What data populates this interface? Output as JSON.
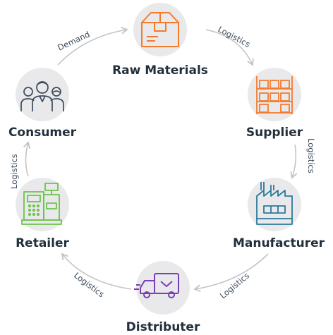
{
  "nodes": [
    {
      "id": "raw_materials",
      "label": "Raw Materials",
      "icon": "box-icon",
      "color": "#f47a2c"
    },
    {
      "id": "supplier",
      "label": "Supplier",
      "icon": "warehouse-shelves-icon",
      "color": "#f47a2c"
    },
    {
      "id": "manufacturer",
      "label": "Manufacturer",
      "icon": "factory-icon",
      "color": "#2b7a9b"
    },
    {
      "id": "distributer",
      "label": "Distributer",
      "icon": "delivery-truck-icon",
      "color": "#7a3fb5"
    },
    {
      "id": "retailer",
      "label": "Retailer",
      "icon": "cash-register-icon",
      "color": "#6cc24a"
    },
    {
      "id": "consumer",
      "label": "Consumer",
      "icon": "people-group-icon",
      "color": "#3c4a5a"
    }
  ],
  "edges": [
    {
      "from": "consumer",
      "to": "raw_materials",
      "label": "Demand"
    },
    {
      "from": "raw_materials",
      "to": "supplier",
      "label": "Logistics"
    },
    {
      "from": "supplier",
      "to": "manufacturer",
      "label": "Logistics"
    },
    {
      "from": "manufacturer",
      "to": "distributer",
      "label": "Logistics"
    },
    {
      "from": "distributer",
      "to": "retailer",
      "label": "Logistics"
    },
    {
      "from": "retailer",
      "to": "consumer",
      "label": "Logistics"
    }
  ]
}
